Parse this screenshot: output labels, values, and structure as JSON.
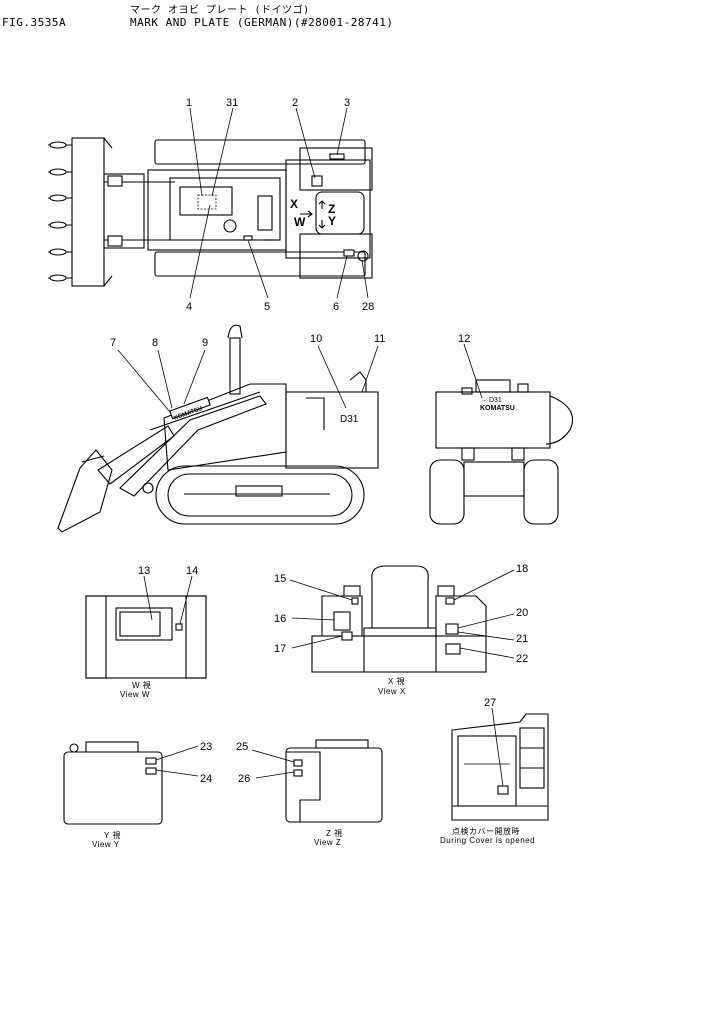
{
  "header": {
    "figure_no": "FIG.3535A",
    "title_jp": "マーク オヨビ プレート (ドイツゴ)",
    "title_en": "MARK AND PLATE (GERMAN)(#28001-28741)"
  },
  "callouts": [
    "1",
    "31",
    "2",
    "3",
    "4",
    "5",
    "6",
    "28",
    "7",
    "8",
    "9",
    "10",
    "11",
    "12",
    "13",
    "14",
    "15",
    "16",
    "17",
    "18",
    "20",
    "21",
    "22",
    "23",
    "24",
    "25",
    "26",
    "27"
  ],
  "top_view": {
    "view_letters": [
      "X",
      "W",
      "Z",
      "Y"
    ]
  },
  "plates": {
    "komatsu": "KOMATSU",
    "model": "D31",
    "model_arrow": "→ D31"
  },
  "captions": {
    "view_w_jp": "W 視",
    "view_w": "View W",
    "view_x_jp": "X 視",
    "view_x": "View X",
    "view_y_jp": "Y 視",
    "view_y": "View Y",
    "view_z_jp": "Z 視",
    "view_z": "View Z",
    "cover_jp": "点検カバー開放時",
    "cover": "During Cover is opened"
  }
}
